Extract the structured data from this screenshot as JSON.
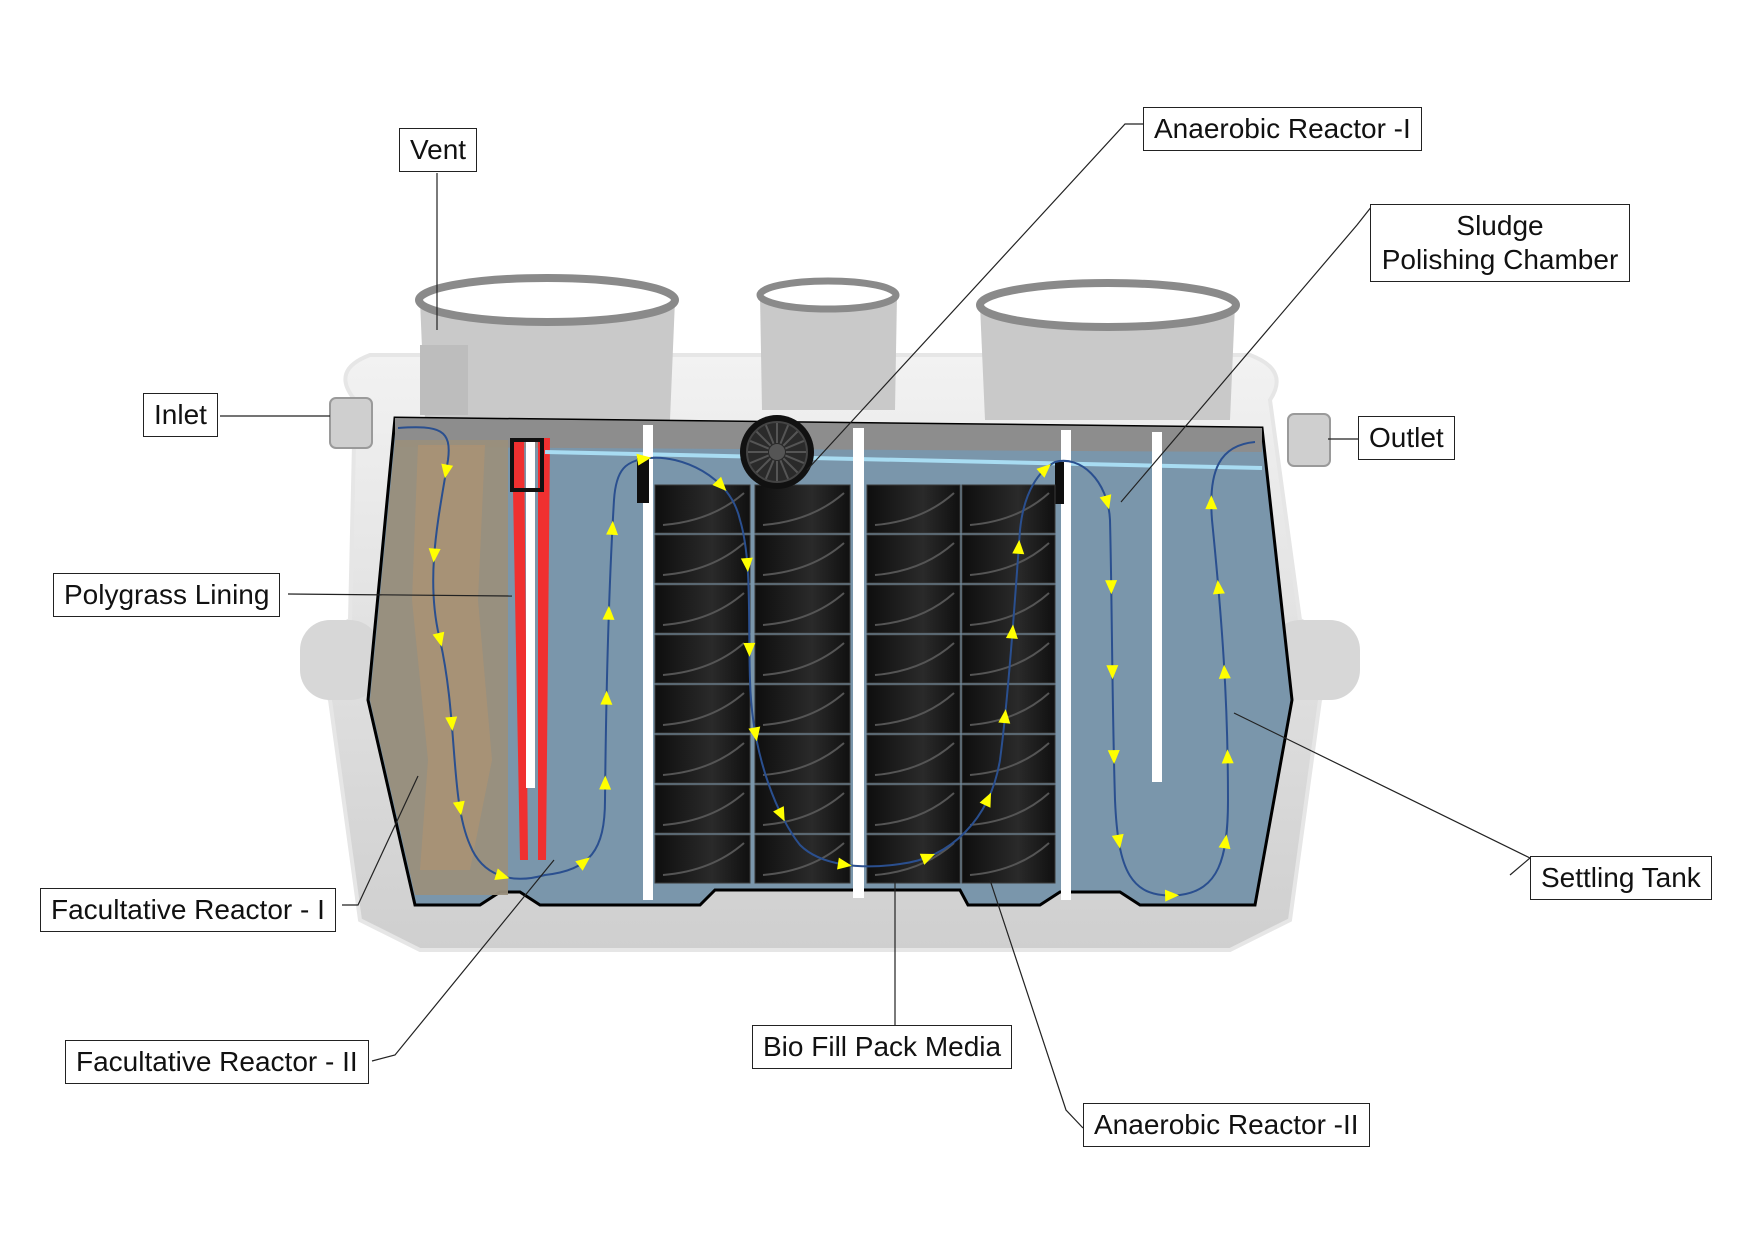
{
  "colors": {
    "water": "#7a96ab",
    "facultative_1": "#9a8f7c",
    "polygrass": "#f03030",
    "media": "#161616",
    "flow_arrow": "#ffff00",
    "flow_line": "#2a4f8f",
    "water_surface": "#a8dcf2",
    "tank_shell": "#d9d9d9"
  },
  "icons": {
    "flow_arrows": "triangle-arrow",
    "media_packs": "corrugated-bio-media"
  },
  "labels": {
    "vent": "Vent",
    "inlet": "Inlet",
    "outlet": "Outlet",
    "anaerobic_1": "Anaerobic Reactor -I",
    "sludge_line1": "Sludge",
    "sludge_line2": "Polishing Chamber",
    "polygrass": "Polygrass Lining",
    "settling": "Settling Tank",
    "facultative_1": "Facultative Reactor - I",
    "facultative_2": "Facultative Reactor - II",
    "biofill": "Bio Fill Pack Media",
    "anaerobic_2": "Anaerobic Reactor -II"
  }
}
